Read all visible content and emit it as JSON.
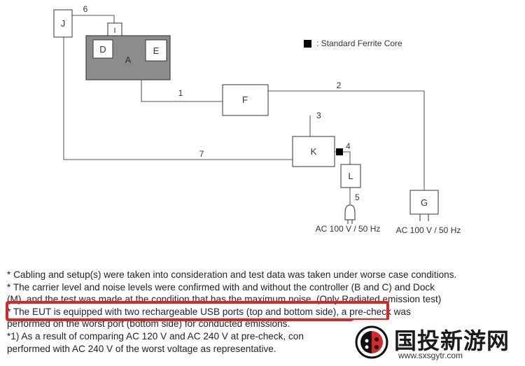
{
  "diagram": {
    "legend": ": Standard Ferrite Core",
    "nodes": {
      "J": "J",
      "I": "I",
      "A": "A",
      "D": "D",
      "E": "E",
      "F": "F",
      "K": "K",
      "L": "L",
      "G": "G"
    },
    "cables": {
      "c1": "1",
      "c2": "2",
      "c3": "3",
      "c4": "4",
      "c5": "5",
      "c6": "6",
      "c7": "7"
    },
    "power_left": "AC 100 V / 50 Hz",
    "power_right": "AC 100 V / 50 Hz"
  },
  "notes": [
    "* Cabling and setup(s) were taken into consideration and test data was taken under worse case conditions.",
    "* The carrier level and noise levels were confirmed with and without the controller (B and C) and Dock",
    "(M), and the test was made at the condition that has the maximum noise. (Only Radiated emission test)",
    "* The EUT is equipped with two rechargeable USB ports (top and bottom side), a pre-check was",
    "performed on the worst port (bottom side) for conducted emissions.",
    "*1) As a result of comparing AC 120 V and AC 240 V at pre-check, con",
    "performed with AC 240 V of the worst voltage as representative."
  ],
  "watermark": {
    "title": "国投新游网",
    "url": "www.sxsgytr.com"
  },
  "colors": {
    "eut_fill": "#8c8c8c",
    "highlight": "#d8262b"
  }
}
